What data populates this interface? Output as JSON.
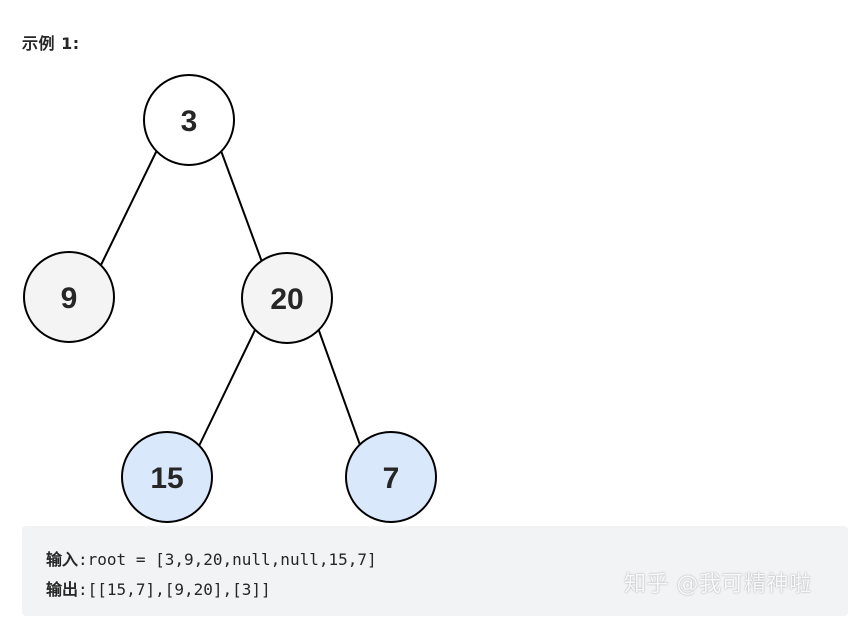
{
  "heading": "示例 1:",
  "tree": {
    "nodes": [
      {
        "id": "n3",
        "label": "3",
        "fill": "#ffffff"
      },
      {
        "id": "n9",
        "label": "9",
        "fill": "#f4f4f4"
      },
      {
        "id": "n20",
        "label": "20",
        "fill": "#f4f4f4"
      },
      {
        "id": "n15",
        "label": "15",
        "fill": "#dae8fc"
      },
      {
        "id": "n7",
        "label": "7",
        "fill": "#dae8fc"
      }
    ],
    "stroke_color": "#000000"
  },
  "code": {
    "input_label": "输入",
    "input_value": ":root = [3,9,20,null,null,15,7]",
    "output_label": "输出",
    "output_value": ":[[15,7],[9,20],[3]]"
  },
  "watermark": "知乎 @我可精神啦"
}
